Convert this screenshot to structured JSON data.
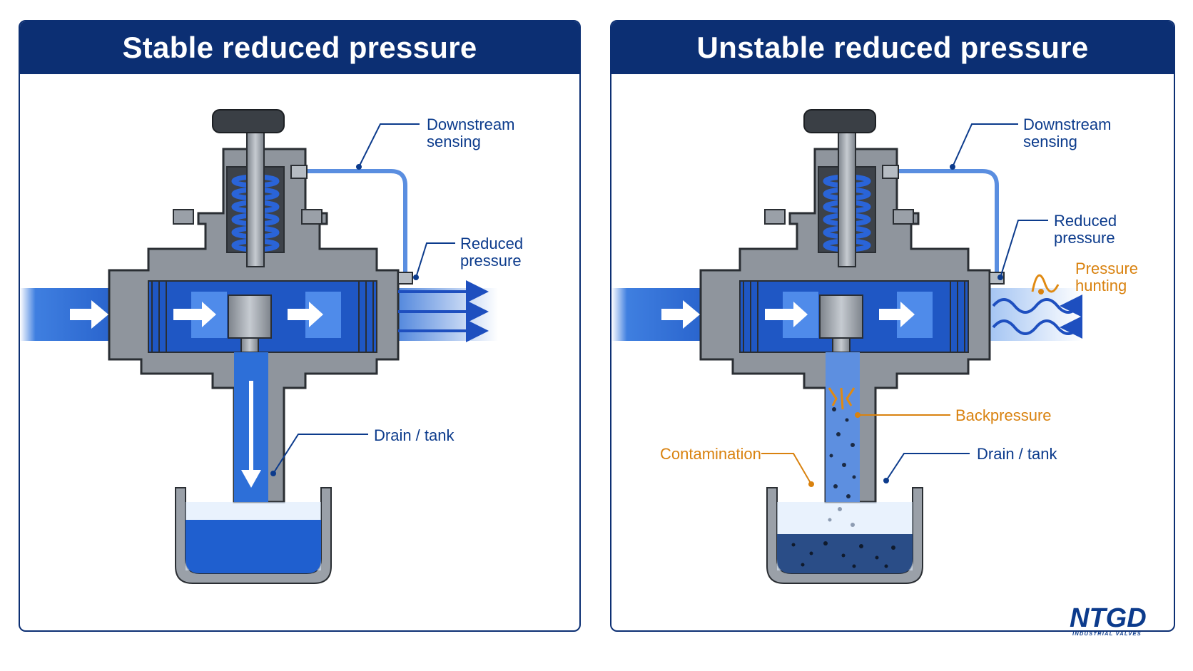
{
  "panels": {
    "stable": {
      "title": "Stable reduced pressure",
      "labels": {
        "sensing_l1": "Downstream",
        "sensing_l2": "sensing",
        "reduced_l1": "Reduced",
        "reduced_l2": "pressure",
        "drain": "Drain / tank"
      }
    },
    "unstable": {
      "title": "Unstable reduced pressure",
      "labels": {
        "sensing_l1": "Downstream",
        "sensing_l2": "sensing",
        "reduced_l1": "Reduced",
        "reduced_l2": "pressure",
        "hunting_l1": "Pressure",
        "hunting_l2": "hunting",
        "backpressure": "Backpressure",
        "contamination": "Contamination",
        "drain": "Drain / tank"
      }
    }
  },
  "logo": {
    "brand": "NTGD",
    "tagline": "INDUSTRIAL VALVES"
  },
  "colors": {
    "header": "#0c2f73",
    "label_blue": "#0c3b8c",
    "label_orange": "#d9820f",
    "fluid": "#2563c9",
    "metal": "#9aa0a8"
  }
}
